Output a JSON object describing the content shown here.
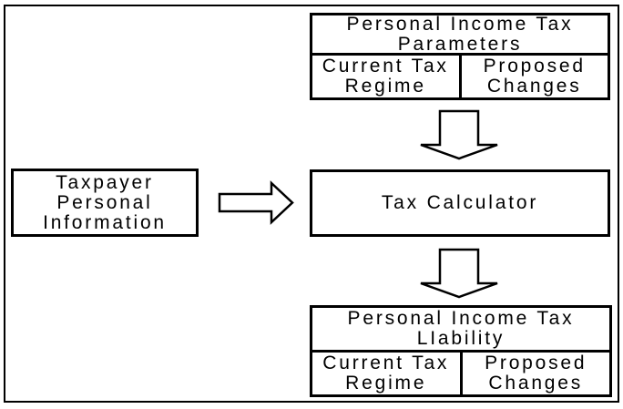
{
  "colors": {
    "ink": "#000000",
    "paper": "#ffffff"
  },
  "boxes": {
    "parameters": {
      "header": "Personal Income Tax\nParameters",
      "cells": [
        {
          "label": "Current Tax\nRegime"
        },
        {
          "label": "Proposed\nChanges"
        }
      ]
    },
    "taxpayer": {
      "label": "Taxpayer\nPersonal\nInformation"
    },
    "calculator": {
      "label": "Tax Calculator"
    },
    "liability": {
      "header": "Personal Income Tax\nLIability",
      "cells": [
        {
          "label": "Current Tax\nRegime"
        },
        {
          "label": "Proposed\nChanges"
        }
      ]
    }
  },
  "icons": {
    "arrow_down_top": "down-block-arrow",
    "arrow_down_bottom": "down-block-arrow",
    "arrow_right": "right-block-arrow"
  }
}
